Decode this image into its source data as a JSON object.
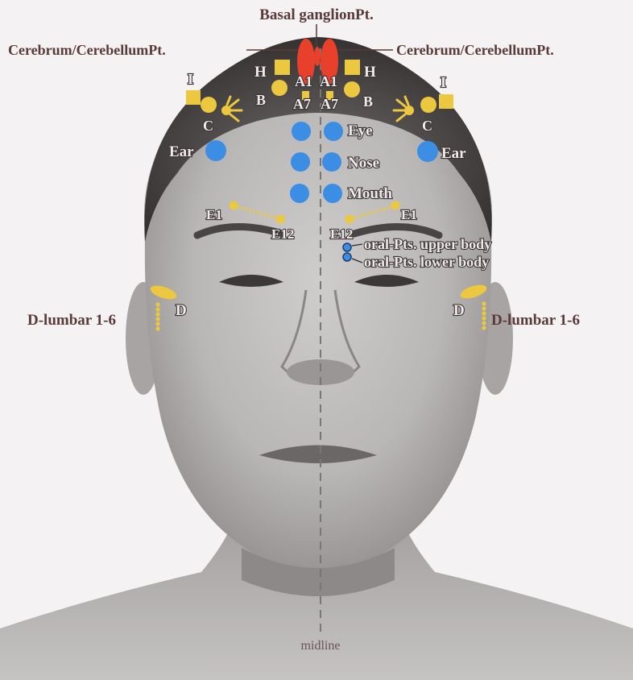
{
  "colors": {
    "background": "#f4f2f3",
    "yellow_points": "#ecc840",
    "blue_points": "#3b8ee4",
    "red_points": "#e8402a",
    "label_text": "#5a3a38",
    "midline": "#777777"
  },
  "labels": {
    "basal_ganglion": "Basal ganglionPt.",
    "cerebrum_left": "Cerebrum/CerebellumPt.",
    "cerebrum_right": "Cerebrum/CerebellumPt.",
    "h_left": "H",
    "h_right": "H",
    "a1_left": "A1",
    "a1_right": "A1",
    "a7_left": "A7",
    "a7_right": "A7",
    "b_left": "B",
    "b_right": "B",
    "i_left": "I",
    "i_right": "I",
    "c_left": "C",
    "c_right": "C",
    "eye": "Eye",
    "nose": "Nose",
    "mouth": "Mouth",
    "ear_left": "Ear",
    "ear_right": "Ear",
    "e1_left": "E1",
    "e12_left": "E12",
    "e1_right": "E1",
    "e12_right": "E12",
    "oral_upper": "oral-Pts. upper body",
    "oral_lower": "oral-Pts. lower body",
    "d_left": "D",
    "d_right": "D",
    "d_lumbar_left": "D-lumbar 1-6",
    "d_lumbar_right": "D-lumbar 1-6",
    "midline": "midline"
  },
  "icons": {
    "photo": "face-photo-illustration",
    "point_yellow_circle": "yellow-circle-point",
    "point_yellow_square": "yellow-square-point",
    "point_blue": "blue-circle-point",
    "point_red": "red-oval-point"
  }
}
